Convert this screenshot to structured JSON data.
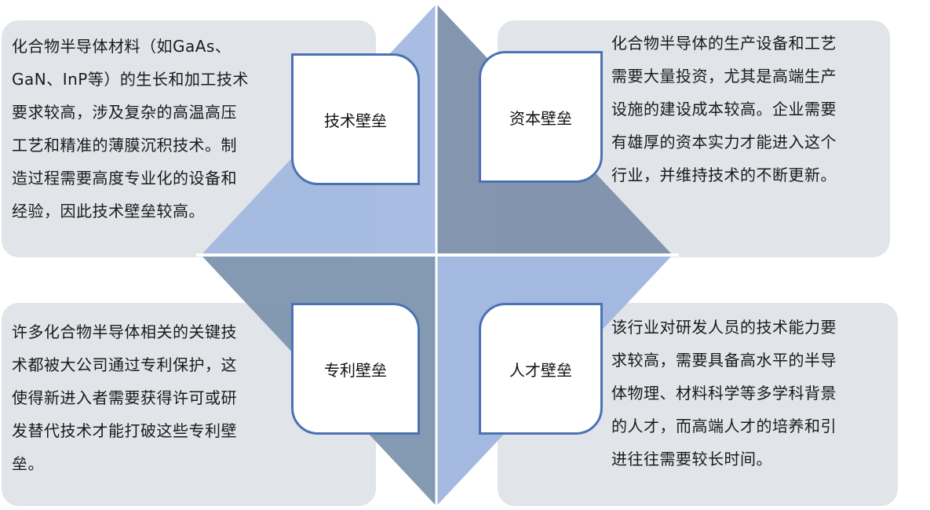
{
  "diagram": {
    "title": "",
    "colors": {
      "panel_bg": "#e1e4e8",
      "light_blue": "#a1b7de",
      "slate_blue": "#8096b0",
      "box_border": "#4a72b4"
    },
    "quadrants": [
      {
        "id": "technical",
        "label": "技术壁垒",
        "description": "化合物半导体材料（如GaAs、GaN、InP等）的生长和加工技术要求较高，涉及复杂的高温高压工艺和精准的薄膜沉积技术。制造过程需要高度专业化的设备和经验，因此技术壁垒较高。",
        "lines": [
          "化合物半导体材料（如GaAs、",
          "GaN、InP等）的生长和加工技术",
          "要求较高，涉及复杂的高温高压",
          "工艺和精准的薄膜沉积技术。制",
          "造过程需要高度专业化的设备和",
          "经验，因此技术壁垒较高。"
        ]
      },
      {
        "id": "capital",
        "label": "资本壁垒",
        "description": "化合物半导体的生产设备和工艺需要大量投资，尤其是高端生产设施的建设成本较高。企业需要有雄厚的资本实力才能进入这个行业，并维持技术的不断更新。",
        "lines": [
          "化合物半导体的生产设备和工艺",
          "需要大量投资，尤其是高端生产",
          "设施的建设成本较高。企业需要",
          "有雄厚的资本实力才能进入这个",
          "行业，并维持技术的不断更新。"
        ]
      },
      {
        "id": "patent",
        "label": "专利壁垒",
        "description": "许多化合物半导体相关的关键技术都被大公司通过专利保护，这使得新进入者需要获得许可或研发替代技术才能打破这些专利壁垒。",
        "lines": [
          "许多化合物半导体相关的关键技",
          "术都被大公司通过专利保护，这",
          "使得新进入者需要获得许可或研",
          "发替代技术才能打破这些专利壁",
          "垒。"
        ]
      },
      {
        "id": "talent",
        "label": "人才壁垒",
        "description": "该行业对研发人员的技术能力要求较高，需要具备高水平的半导体物理、材料科学等多学科背景的人才，而高端人才的培养和引进往往需要较长时间。",
        "lines": [
          "该行业对研发人员的技术能力要",
          "求较高，需要具备高水平的半导",
          "体物理、材料科学等多学科背景",
          "的人才，而高端人才的培养和引",
          "进往往需要较长时间。"
        ]
      }
    ]
  }
}
